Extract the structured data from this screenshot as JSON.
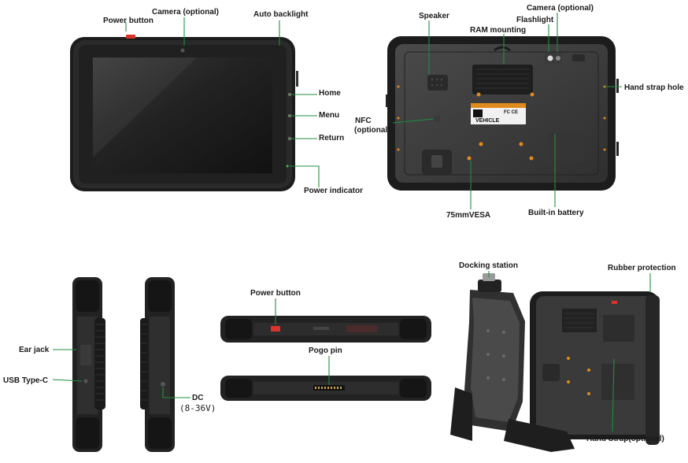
{
  "front": {
    "power_button": "Power button",
    "camera": "Camera (optional)",
    "auto_backlight": "Auto backlight",
    "home": "Home",
    "menu": "Menu",
    "return": "Return",
    "power_indicator": "Power indicator"
  },
  "back": {
    "speaker": "Speaker",
    "ram_mounting": "RAM mounting",
    "camera": "Camera (optional)",
    "flashlight": "Flashlight",
    "hand_strap_hole": "Hand strap hole",
    "nfc_line1": "NFC",
    "nfc_line2": "(optional)",
    "vesa": "75mmVESA",
    "battery": "Built-in battery",
    "badge_brand": "VEHICLE"
  },
  "sides": {
    "ear_jack": "Ear jack",
    "usb_type_c": "USB Type-C",
    "dc_label": "DC",
    "dc_voltage": "(8-36V)"
  },
  "edges": {
    "power_button": "Power button",
    "pogo_pin": "Pogo pin"
  },
  "dock": {
    "docking_station": "Docking station",
    "rubber_protection": "Rubber protection",
    "hand_strap": "Hand Strap(optional)"
  },
  "colors": {
    "leader_line": "#1f8f3e",
    "body": "#2b2b2b",
    "accent_orange": "#e08a1e",
    "power_red": "#d9342b"
  }
}
